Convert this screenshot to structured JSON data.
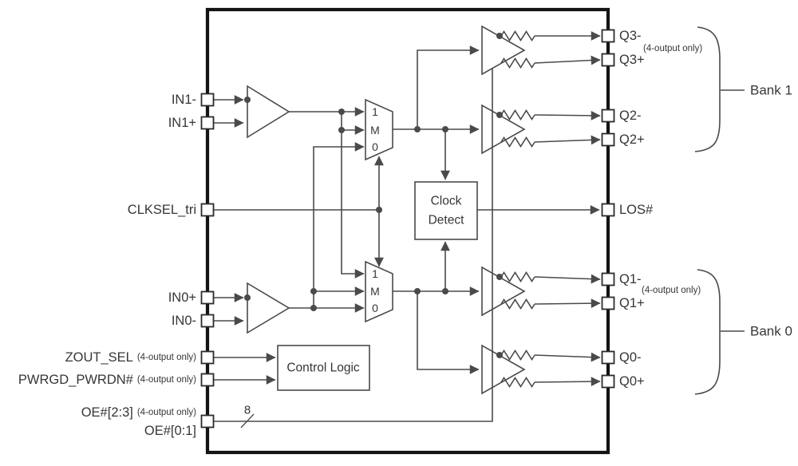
{
  "colors": {
    "line": "#4a4a4a",
    "border": "#141414",
    "text": "#363636",
    "bg": "#ffffff"
  },
  "pins": {
    "in1_minus": "IN1-",
    "in1_plus": "IN1+",
    "clksel": "CLKSEL_tri",
    "in0_plus": "IN0+",
    "in0_minus": "IN0-",
    "zout_sel": "ZOUT_SEL",
    "pwrgd": "PWRGD_PWRDN#",
    "oe_23": "OE#[2:3]",
    "oe_01": "OE#[0:1]",
    "q3_minus": "Q3-",
    "q3_plus": "Q3+",
    "q2_minus": "Q2-",
    "q2_plus": "Q2+",
    "los": "LOS#",
    "q1_minus": "Q1-",
    "q1_plus": "Q1+",
    "q0_minus": "Q0-",
    "q0_plus": "Q0+"
  },
  "notes": {
    "four_output_only": "(4-output only)"
  },
  "mux": {
    "in1": "1",
    "inm": "M",
    "in0": "0"
  },
  "blocks": {
    "clock_detect_l1": "Clock",
    "clock_detect_l2": "Detect",
    "control_logic": "Control Logic"
  },
  "banks": {
    "bank1": "Bank 1",
    "bank0": "Bank 0"
  },
  "bus": {
    "width": "8"
  }
}
